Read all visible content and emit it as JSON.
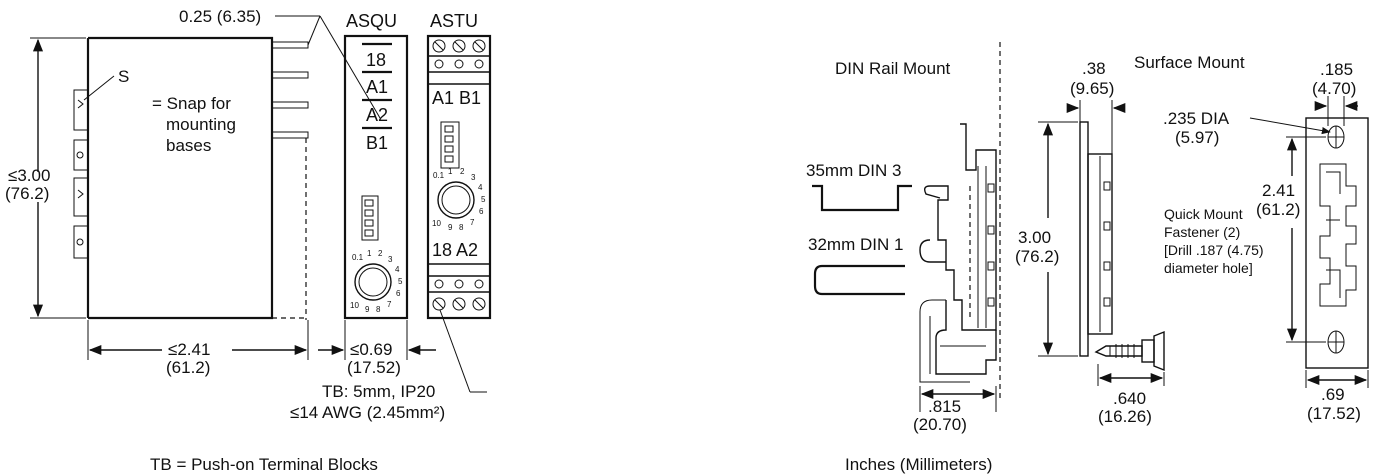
{
  "left": {
    "pin_dim": "0.25 (6.35)",
    "asqu_label": "ASQU",
    "astu_label": "ASTU",
    "snap_marker": "S",
    "snap_note_1": "= Snap for",
    "snap_note_2": "mounting",
    "snap_note_3": "bases",
    "height_in": "≤3.00",
    "height_mm": "(76.2)",
    "width_in": "≤2.41",
    "width_mm": "(61.2)",
    "module_w_in": "≤0.69",
    "module_w_mm": "(17.52)",
    "asqu_terminals": [
      "18",
      "A1",
      "A2",
      "B1"
    ],
    "astu_top_labels": "A1 B1",
    "astu_bottom_labels": "18 A2",
    "dial_ticks": [
      "0.1",
      "1",
      "2",
      "3",
      "4",
      "5",
      "6",
      "7",
      "8",
      "9",
      "10"
    ],
    "tb_note_1": "TB: 5mm, IP20",
    "tb_note_2": "≤14 AWG (2.45mm²)",
    "footer": "TB = Push-on Terminal Blocks"
  },
  "right": {
    "din_title": "DIN Rail Mount",
    "surface_title": "Surface Mount",
    "din35": "35mm DIN 3",
    "din32": "32mm DIN 1",
    "dim_38_in": ".38",
    "dim_38_mm": "(9.65)",
    "dim_300_in": "3.00",
    "dim_300_mm": "(76.2)",
    "dim_815_in": ".815",
    "dim_815_mm": "(20.70)",
    "dim_640_in": ".640",
    "dim_640_mm": "(16.26)",
    "quick_1": "Quick Mount",
    "quick_2": "Fastener (2)",
    "quick_3": "[Drill .187 (4.75)",
    "quick_4": "diameter hole]",
    "dim_185_in": ".185",
    "dim_185_mm": "(4.70)",
    "dia_in": ".235 DIA",
    "dia_mm": "(5.97)",
    "dim_241_in": "2.41",
    "dim_241_mm": "(61.2)",
    "dim_69_in": ".69",
    "dim_69_mm": "(17.52)",
    "footer": "Inches (Millimeters)"
  }
}
